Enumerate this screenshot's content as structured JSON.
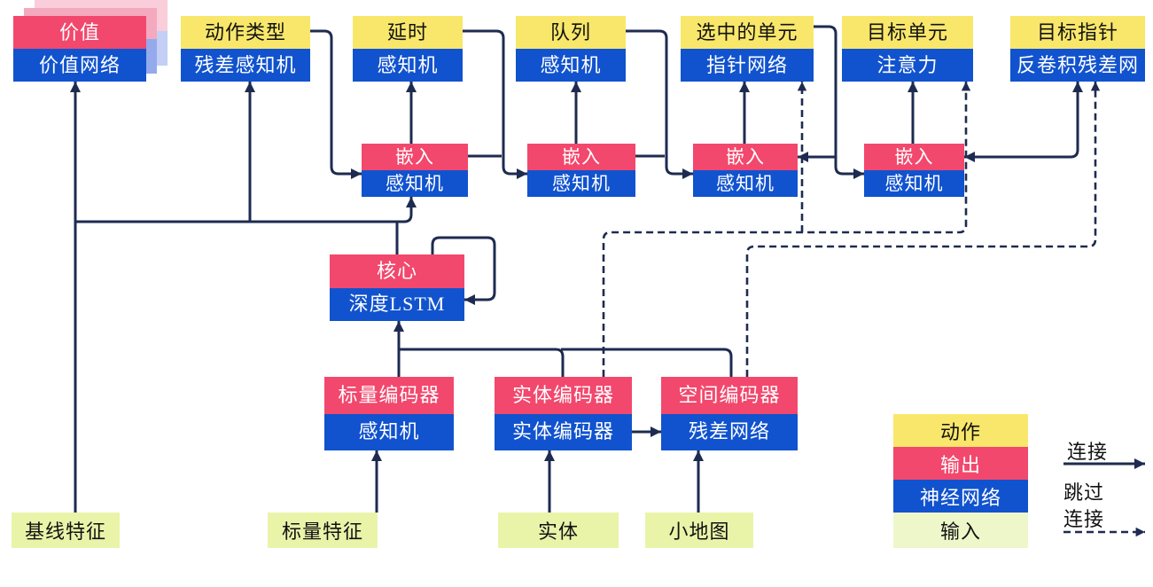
{
  "diagram_title": "agent-architecture-diagram",
  "nodes": {
    "value": {
      "top": "价值",
      "bottom": "价值网络"
    },
    "action_type": {
      "top": "动作类型",
      "bottom": "残差感知机"
    },
    "delay": {
      "top": "延时",
      "bottom": "感知机"
    },
    "queue": {
      "top": "队列",
      "bottom": "感知机"
    },
    "selected_units": {
      "top": "选中的单元",
      "bottom": "指针网络"
    },
    "target_unit": {
      "top": "目标单元",
      "bottom": "注意力"
    },
    "target_point": {
      "top": "目标指针",
      "bottom": "反卷积残差网"
    },
    "embed1": {
      "top": "嵌入",
      "bottom": "感知机"
    },
    "embed2": {
      "top": "嵌入",
      "bottom": "感知机"
    },
    "embed3": {
      "top": "嵌入",
      "bottom": "感知机"
    },
    "embed4": {
      "top": "嵌入",
      "bottom": "感知机"
    },
    "core": {
      "top": "核心",
      "bottom": "深度LSTM"
    },
    "scalar_encoder": {
      "top": "标量编码器",
      "bottom": "感知机"
    },
    "entity_encoder": {
      "top": "实体编码器",
      "bottom": "实体编码器"
    },
    "spatial_encoder": {
      "top": "空间编码器",
      "bottom": "残差网络"
    },
    "baseline_features": {
      "label": "基线特征"
    },
    "scalar_features": {
      "label": "标量特征"
    },
    "entities": {
      "label": "实体"
    },
    "minimap": {
      "label": "小地图"
    }
  },
  "legend": {
    "action": "动作",
    "output": "输出",
    "network": "神经网络",
    "input": "输入",
    "solid_link": "连接",
    "skip_line1": "跳过",
    "skip_line2": "连接"
  },
  "colors": {
    "action_yellow": "#F8E76A",
    "output_red": "#F2486D",
    "network_blue": "#1153CE",
    "input_green": "#E9F4A9",
    "legend_input_green": "#EEF7CA",
    "wire_navy": "#1E2B50"
  }
}
